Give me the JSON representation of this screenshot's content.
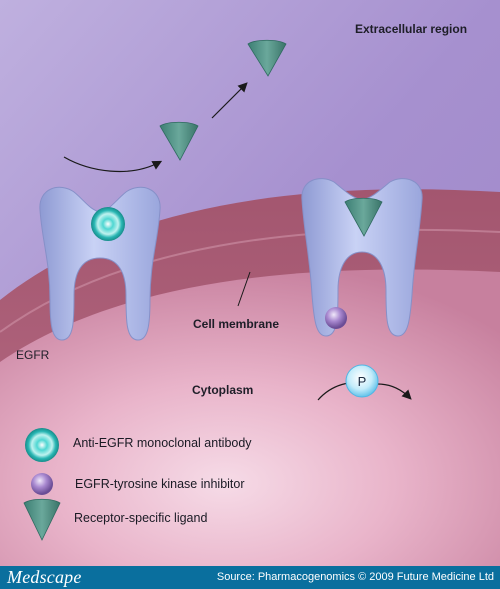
{
  "labels": {
    "extracellular": "Extracellular region",
    "membrane": "Cell membrane",
    "cytoplasm": "Cytoplasm",
    "receptor": "EGFR",
    "phosphate": "P"
  },
  "legend": [
    {
      "icon": "antibody-icon",
      "label": "Anti-EGFR monoclonal antibody"
    },
    {
      "icon": "inhibitor-icon",
      "label": "EGFR-tyrosine kinase inhibitor"
    },
    {
      "icon": "ligand-icon",
      "label": "Receptor-specific ligand"
    }
  ],
  "footer": {
    "brand": "Medscape",
    "source": "Source: Pharmacogenomics © 2009 Future Medicine Ltd"
  },
  "colors": {
    "extracellular_top": "#b7a4d8",
    "membrane": "#a0566f",
    "cytoplasm": "#e4a6c0",
    "receptor": "#b8c4ee",
    "antibody": "#2fc3c0",
    "inhibitor": "#9a78c4",
    "ligand": "#4d8f84",
    "phosphate": "#9ad8f2",
    "footer": "#0a6f9e"
  }
}
